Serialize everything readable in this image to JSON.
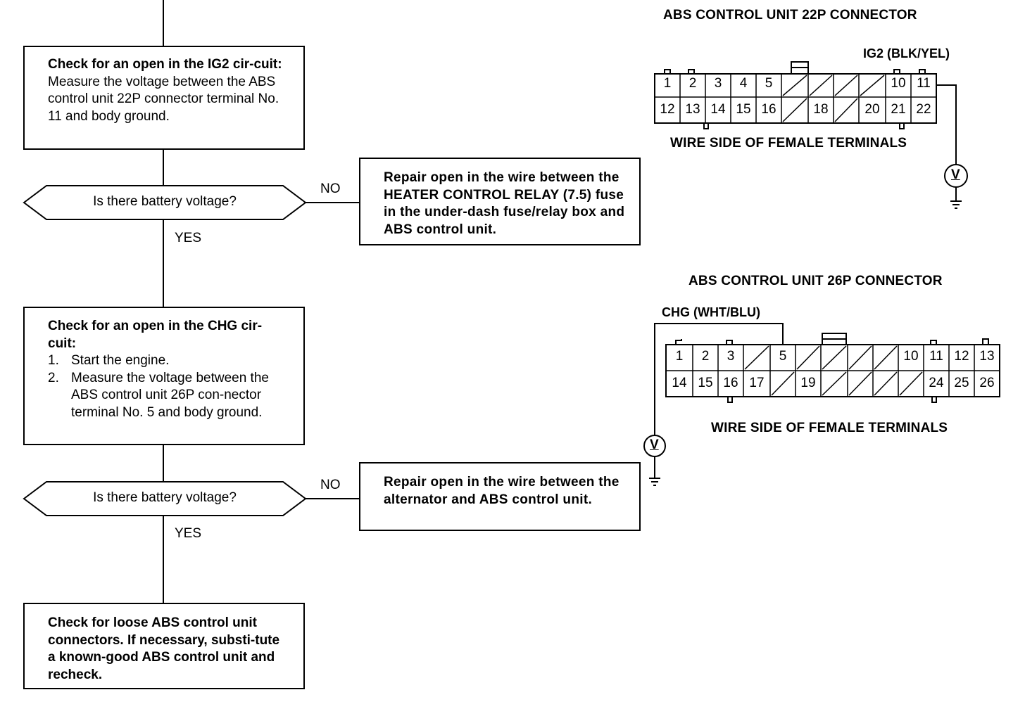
{
  "flow": {
    "step1_title": "Check for an open in the IG2 cir-cuit:",
    "step1_body": "Measure the voltage between the ABS control unit 22P connector terminal No. 11 and body ground.",
    "decision1": "Is there battery voltage?",
    "no1": "NO",
    "yes1": "YES",
    "repair1": "Repair open in the wire between the HEATER CONTROL RELAY (7.5) fuse in the under-dash fuse/relay box and ABS control unit.",
    "step2_title": "Check for an open in the CHG cir-cuit:",
    "step2_item1_num": "1.",
    "step2_item1": "Start the engine.",
    "step2_item2_num": "2.",
    "step2_item2": "Measure the voltage between the ABS control unit 26P con-nector terminal No. 5 and body ground.",
    "decision2": "Is there battery voltage?",
    "no2": "NO",
    "yes2": "YES",
    "repair2": "Repair open in the wire between the alternator and ABS control unit.",
    "final": "Check for loose ABS control unit connectors. If necessary, substi-tute a known-good ABS control unit and recheck."
  },
  "connector22": {
    "title": "ABS CONTROL UNIT 22P CONNECTOR",
    "wire_label": "IG2 (BLK/YEL)",
    "footer": "WIRE SIDE OF FEMALE TERMINALS",
    "meter": "V",
    "row1": [
      "1",
      "2",
      "3",
      "4",
      "5",
      "",
      "",
      "",
      "",
      "10",
      "11"
    ],
    "row2": [
      "12",
      "13",
      "14",
      "15",
      "16",
      "",
      "18",
      "",
      "20",
      "21",
      "22"
    ]
  },
  "connector26": {
    "title": "ABS CONTROL UNIT 26P CONNECTOR",
    "wire_label": "CHG (WHT/BLU)",
    "footer": "WIRE SIDE OF FEMALE TERMINALS",
    "meter": "V",
    "row1": [
      "1",
      "2",
      "3",
      "",
      "5",
      "",
      "",
      "",
      "",
      "10",
      "11",
      "12",
      "13"
    ],
    "row2": [
      "14",
      "15",
      "16",
      "17",
      "",
      "19",
      "",
      "",
      "",
      "",
      "24",
      "25",
      "26"
    ]
  }
}
